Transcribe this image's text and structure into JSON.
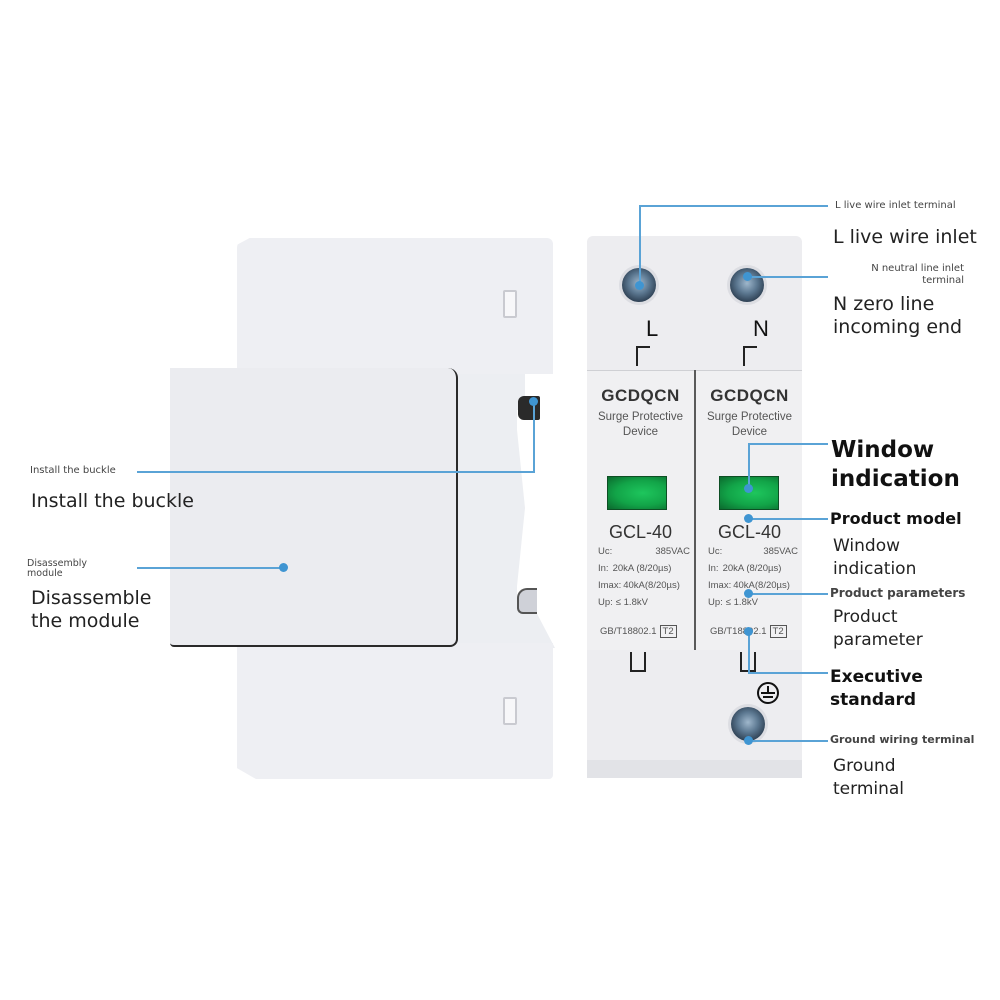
{
  "colors": {
    "leader_line": "#5aa3d6",
    "leader_dot": "#3f95d2",
    "device_body": "#eeeff3",
    "indicator_window": "#12a448",
    "background": "#ffffff"
  },
  "left_labels": {
    "install_buckle": {
      "small": "Install the buckle",
      "large": "Install the buckle"
    },
    "disassemble": {
      "small_line1": "Disassembly",
      "small_line2": "module",
      "large_line1": "Disassemble",
      "large_line2": "the module"
    }
  },
  "device": {
    "brand_left": "GCDQCN",
    "brand_right": "GCDQCN",
    "subtitle_line1": "Surge  Protective",
    "subtitle_line2": "Device",
    "model": "GCL-40",
    "terminal_L": "L",
    "terminal_N": "N",
    "specs": [
      {
        "key": "Uc:",
        "value": "385VAC"
      },
      {
        "key": "In:",
        "value": "20kA (8/20µs)"
      },
      {
        "key": "Imax:",
        "value": "40kA(8/20µs)"
      },
      {
        "key": "Up:",
        "value": "≤  1.8kV"
      }
    ],
    "standard": "GB/T18802.1",
    "standard_class": "T2"
  },
  "right_labels": {
    "l_inlet": {
      "small": "L live wire inlet terminal",
      "large": "L live wire inlet"
    },
    "n_inlet": {
      "small_line1": "N neutral line inlet",
      "small_line2": "terminal",
      "large_line1": "N zero line",
      "large_line2": "incoming end"
    },
    "window": {
      "line1": "Window",
      "line2": "indication"
    },
    "product_model": {
      "title": "Product model",
      "sub_line1": "Window",
      "sub_line2": "indication"
    },
    "product_params": {
      "title": "Product parameters",
      "sub_line1": "Product",
      "sub_line2": "parameter"
    },
    "executive": {
      "line1": "Executive",
      "line2": "standard"
    },
    "ground": {
      "small": "Ground wiring terminal",
      "large_line1": "Ground",
      "large_line2": "terminal"
    }
  }
}
